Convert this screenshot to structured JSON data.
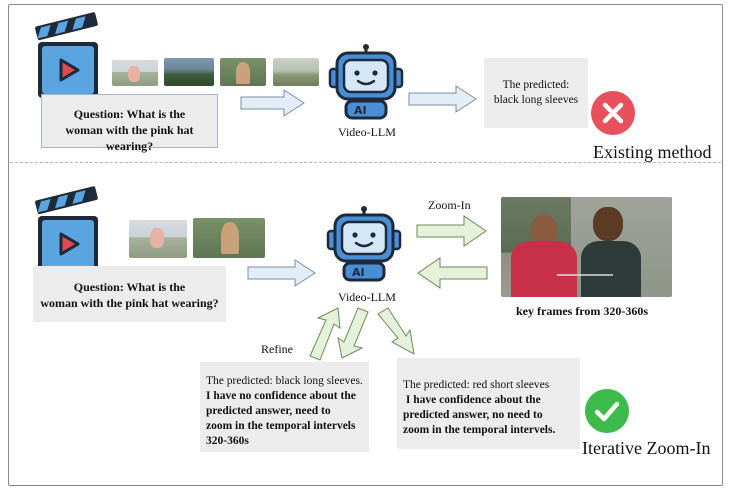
{
  "top": {
    "question_line1": "Question:  What is the",
    "question_line2": "woman with the pink hat wearing?",
    "model_label": "Video-LLM",
    "predicted_line1": "The predicted:",
    "predicted_line2": "black long sleeves",
    "method_label": "Existing method"
  },
  "bottom": {
    "question_line1": "Question:  What is the",
    "question_line2": "woman with the pink hat wearing?",
    "model_label": "Video-LLM",
    "zoom_label": "Zoom-In",
    "keyframes_label": "key frames from 320-360s",
    "refine_label": "Refine",
    "left_pred": {
      "line1": "The predicted: black long sleeves.",
      "line2": "I have no confidence about the",
      "line3": "predicted answer,  need to",
      "line4": "zoom in the temporal intervels",
      "line5": "320-360s"
    },
    "right_pred": {
      "line1": "The predicted: red short sleeves",
      "line2": " I have confidence about the",
      "line3": "predicted answer,  no need to",
      "line4": "zoom in the temporal intervels."
    },
    "method_label": "Iterative Zoom-In"
  },
  "colors": {
    "clapper_blue": "#5aa5e0",
    "clapper_dark": "#1e2a3a",
    "robot_blue": "#4a8fd6",
    "arrow_fill": "#e2edf8",
    "green_arrow_fill": "#e6f1dc",
    "cross_red": "#e8505b",
    "check_green": "#3dbb4a"
  },
  "icons": [
    "clapperboard-icon",
    "robot-icon",
    "cross-icon",
    "check-icon"
  ]
}
